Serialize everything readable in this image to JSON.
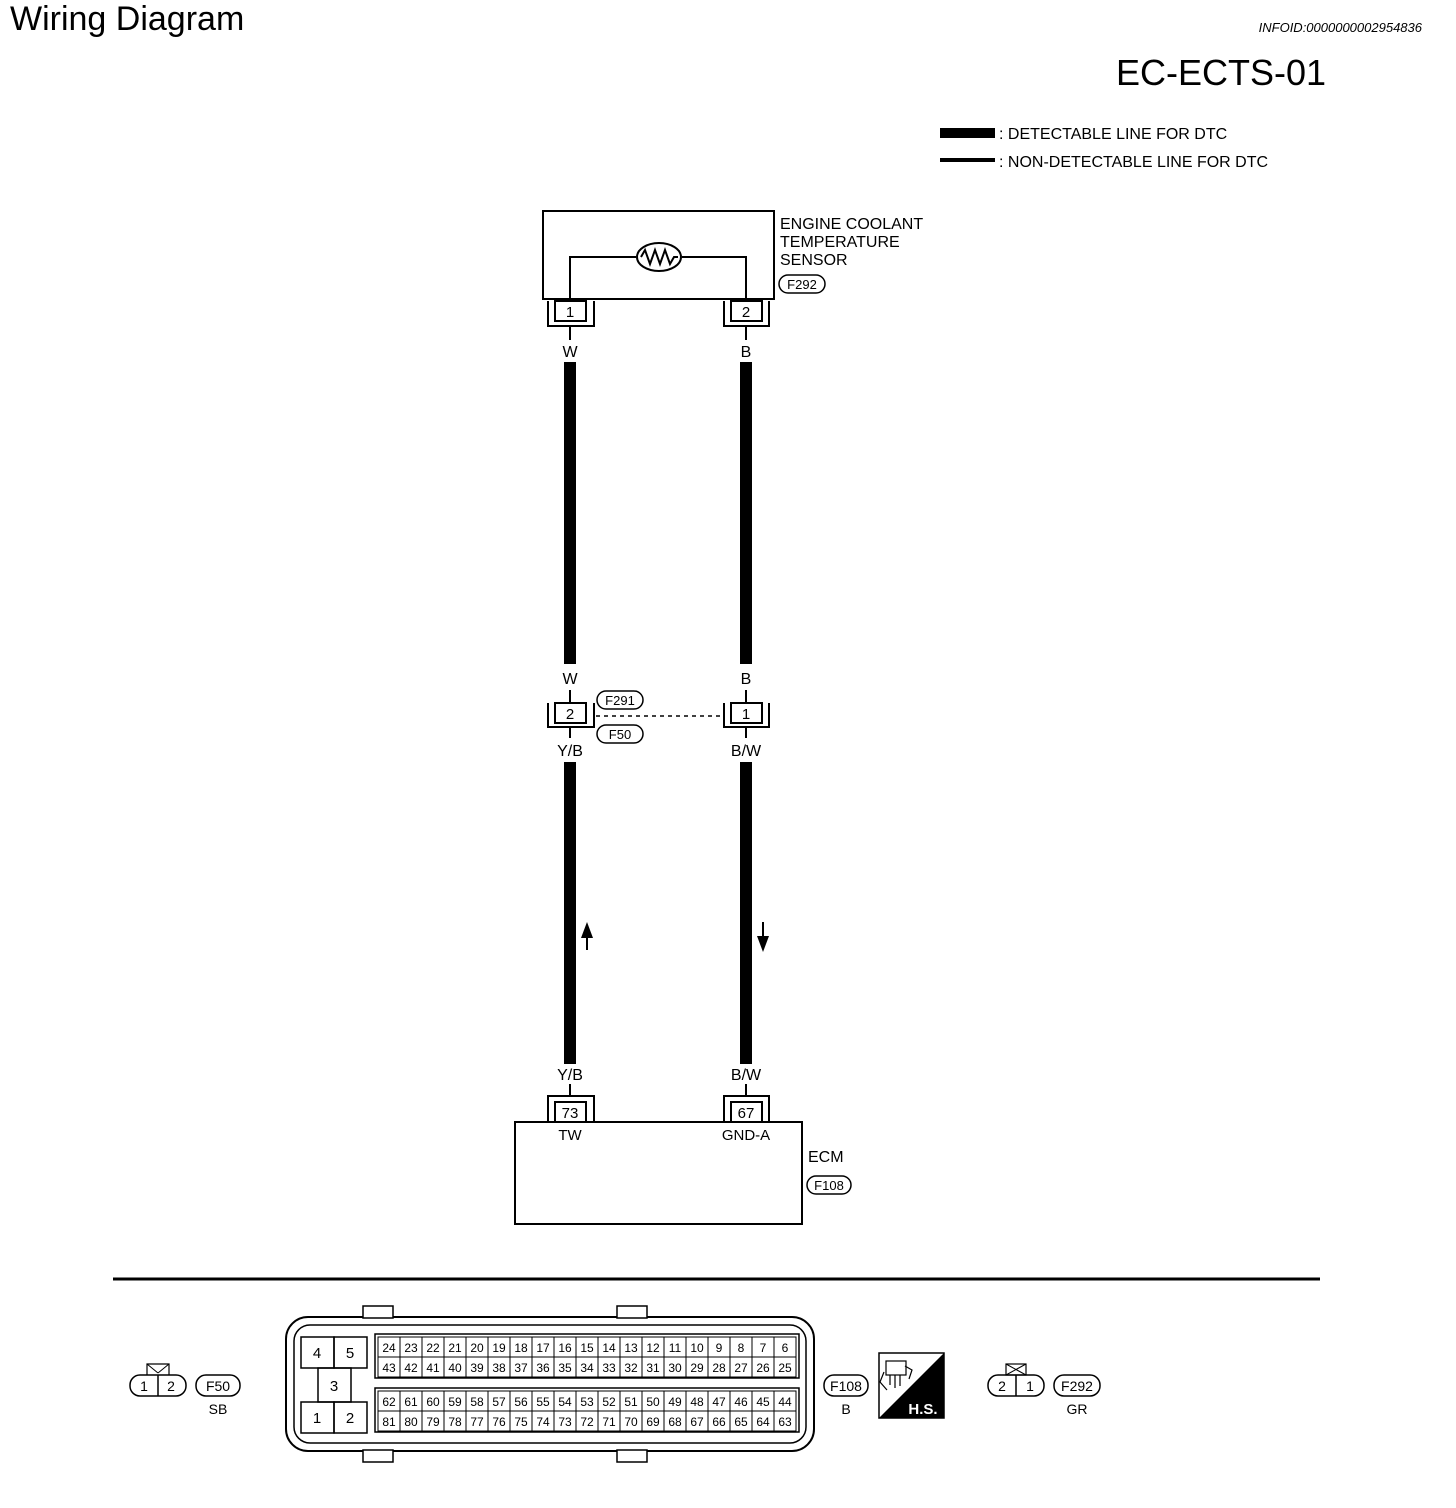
{
  "header": {
    "title": "Wiring Diagram",
    "info_id": "INFOID:0000000002954836",
    "diagram_id": "EC-ECTS-01"
  },
  "legend": {
    "detectable": ": DETECTABLE LINE FOR DTC",
    "non_detectable": ": NON-DETECTABLE LINE FOR DTC"
  },
  "sensor": {
    "name_lines": [
      "ENGINE COOLANT",
      "TEMPERATURE",
      "SENSOR"
    ],
    "connector": "F292",
    "pin_left": "1",
    "pin_right": "2"
  },
  "wires": {
    "left_top": "W",
    "right_top": "B",
    "left_mid_top": "W",
    "right_mid_top": "B",
    "left_mid_bottom": "Y/B",
    "right_mid_bottom": "B/W",
    "left_bottom": "Y/B",
    "right_bottom": "B/W"
  },
  "junction": {
    "connector_top": "F291",
    "connector_bottom": "F50",
    "pin_left": "2",
    "pin_right": "1"
  },
  "ecm": {
    "name": "ECM",
    "connector": "F108",
    "pin_left": "73",
    "pin_right": "67",
    "term_left": "TW",
    "term_right": "GND-A"
  },
  "connector_views": {
    "f50": {
      "pins": [
        "1",
        "2"
      ],
      "code": "F50",
      "color": "SB"
    },
    "f108": {
      "code": "F108",
      "color": "B",
      "big_pins": [
        "4",
        "5",
        "3",
        "1",
        "2"
      ],
      "row1": [
        "24",
        "23",
        "22",
        "21",
        "20",
        "19",
        "18",
        "17",
        "16",
        "15",
        "14",
        "13",
        "12",
        "11",
        "10",
        "9",
        "8",
        "7",
        "6"
      ],
      "row2": [
        "43",
        "42",
        "41",
        "40",
        "39",
        "38",
        "37",
        "36",
        "35",
        "34",
        "33",
        "32",
        "31",
        "30",
        "29",
        "28",
        "27",
        "26",
        "25"
      ],
      "row3": [
        "62",
        "61",
        "60",
        "59",
        "58",
        "57",
        "56",
        "55",
        "54",
        "53",
        "52",
        "51",
        "50",
        "49",
        "48",
        "47",
        "46",
        "45",
        "44"
      ],
      "row4": [
        "81",
        "80",
        "79",
        "78",
        "77",
        "76",
        "75",
        "74",
        "73",
        "72",
        "71",
        "70",
        "69",
        "68",
        "67",
        "66",
        "65",
        "64",
        "63"
      ]
    },
    "hs_label": "H.S.",
    "f292": {
      "pins": [
        "2",
        "1"
      ],
      "code": "F292",
      "color": "GR"
    }
  }
}
